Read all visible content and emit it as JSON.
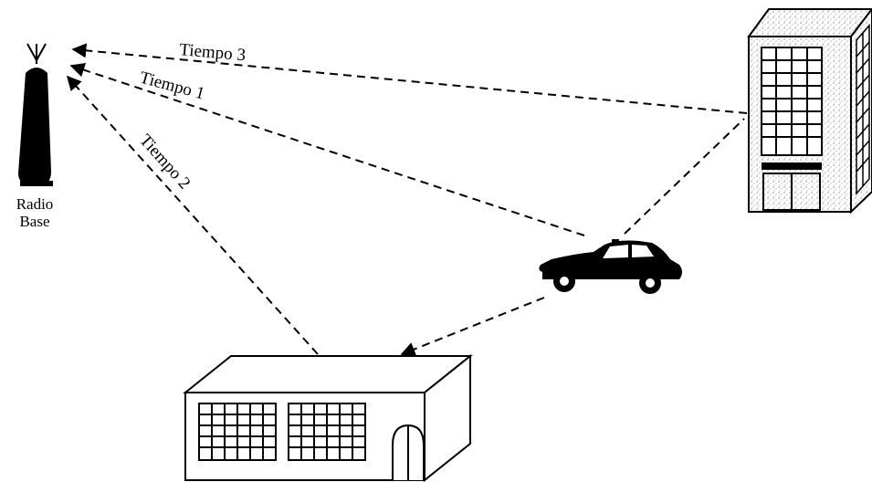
{
  "station": {
    "label_line1": "Radio",
    "label_line2": "Base"
  },
  "paths": {
    "tiempo1": "Tiempo 1",
    "tiempo2": "Tiempo 2",
    "tiempo3": "Tiempo 3"
  },
  "colors": {
    "ink": "#000000",
    "background": "#ffffff",
    "speckle": "#9a9a9a"
  }
}
